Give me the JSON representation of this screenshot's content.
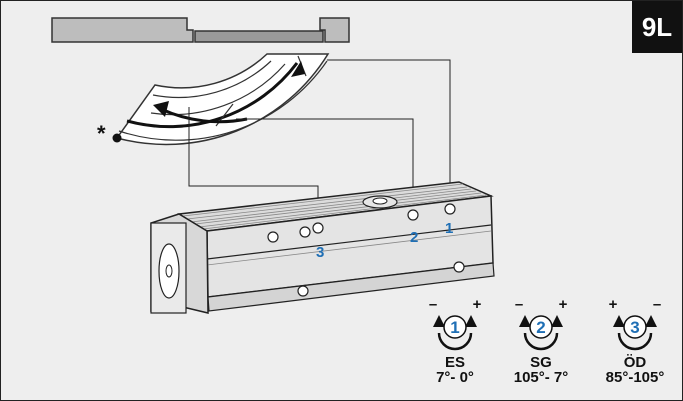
{
  "badge": "9L",
  "asterisk": "*",
  "valve_labels": {
    "v1": "1",
    "v2": "2",
    "v3": "3"
  },
  "adjusters": [
    {
      "number": "1",
      "left_sign": "–",
      "right_sign": "+",
      "code": "ES",
      "range": "7°- 0°"
    },
    {
      "number": "2",
      "left_sign": "–",
      "right_sign": "+",
      "code": "SG",
      "range": "105°- 7°"
    },
    {
      "number": "3",
      "left_sign": "+",
      "right_sign": "–",
      "code": "ÖD",
      "range": "85°-105°"
    }
  ],
  "colors": {
    "accent": "#1f6fb5",
    "line": "#111111",
    "body_gray": "#c8c8c8"
  }
}
